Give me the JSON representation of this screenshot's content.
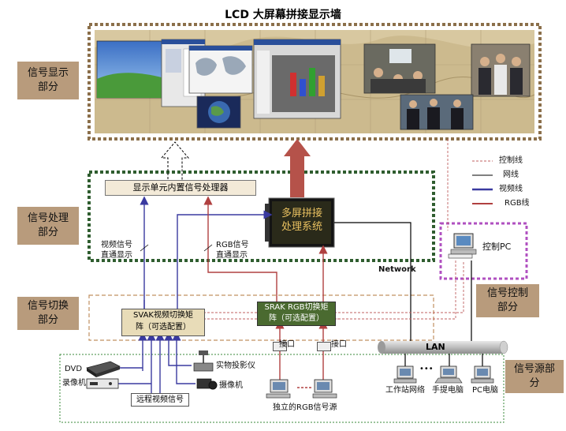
{
  "title": "LCD 大屏幕拼接显示墙",
  "side_labels": {
    "display": [
      "信号显示",
      "部分"
    ],
    "processing": [
      "信号处理",
      "部分"
    ],
    "switching": [
      "信号切换",
      "部分"
    ],
    "control": [
      "信号控制",
      "部分"
    ],
    "source": [
      "信号源部",
      "分"
    ]
  },
  "legend": {
    "control_line": "控制线",
    "network_line": "网线",
    "video_line": "视频线",
    "rgb_line": "RGB线"
  },
  "boxes": {
    "builtin_processor": "显示单元内置信号处理器",
    "multi_screen": [
      "多屏拼接",
      "处理系统"
    ],
    "svak": [
      "SVAK视频切换矩",
      "阵（可选配置）"
    ],
    "srak": [
      "SRAK RGB切换矩",
      "阵（可选配置）"
    ],
    "control_pc": "控制PC",
    "lan": "LAN",
    "remote_video": "远程视频信号"
  },
  "labels": {
    "video_direct": [
      "视频信号",
      "直通显示"
    ],
    "rgb_direct": [
      "RGB信号",
      "直通显示"
    ],
    "network": "Network",
    "interface_1": "接口",
    "interface_2": "接口",
    "dvd": "DVD",
    "vcr": "录像机",
    "projector": "实物投影仪",
    "camera": "摄像机",
    "rgb_source": "独立的RGB信号源",
    "workstation": "工作站网络",
    "laptop": "手提电脑",
    "pc": "PC电脑",
    "dots": "•••"
  },
  "colors": {
    "dotted_border": "#8b6f4a",
    "green_border": "#2f5d2f",
    "purple_border": "#b050c0",
    "orange_border": "#c09060",
    "video_line": "#3a3aa0",
    "rgb_line": "#b04040",
    "big_arrow": "#b5524a",
    "side_fill": "#b89b7c"
  }
}
